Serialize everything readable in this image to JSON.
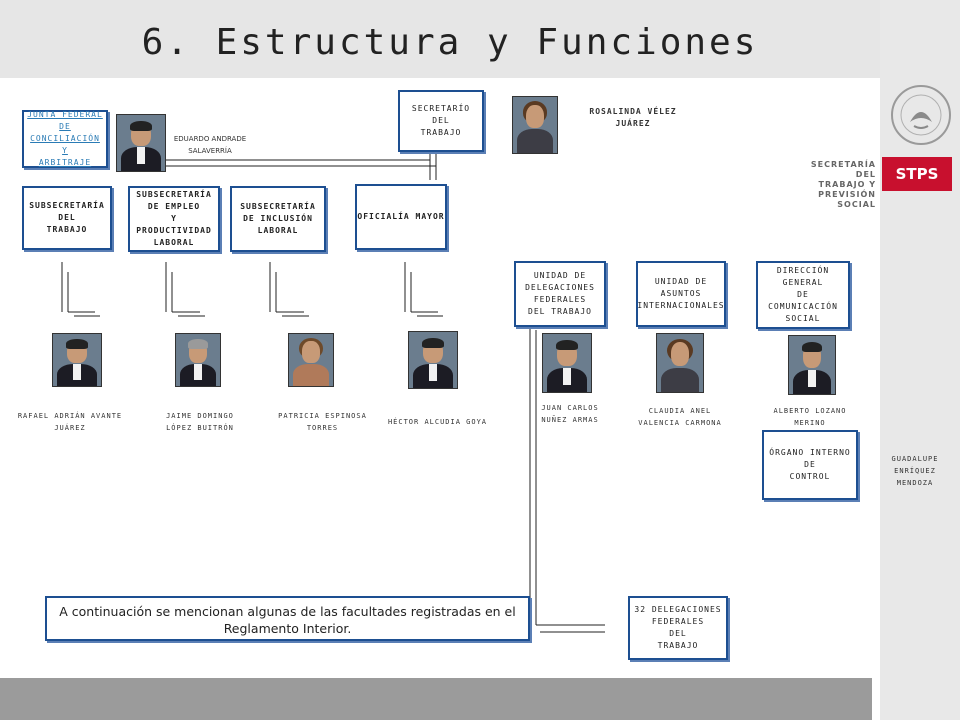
{
  "header": {
    "title": "6. Estructura y Funciones"
  },
  "logo": {
    "lines": [
      "SECRETARÍA",
      "DEL TRABAJO Y",
      "PREVISIÓN SOCIAL"
    ],
    "acronym": "STPS",
    "accent": "#c8102e"
  },
  "top": {
    "secretario_box": "SECRETARÍO\nDEL\nTRABAJO",
    "secretario_name": "ROSALINDA VÉLEZ\nJUÁREZ",
    "junta_link": "JUNTA FEDERAL\nDE CONCILIACIÓN\nY\nARBITRAJE",
    "junta_name": "EDUARDO ANDRADE\nSALAVERRÍA"
  },
  "subsecretarias": [
    {
      "label": "SUBSECRETARÍA\nDEL\nTRABAJO",
      "name": "RAFAEL ADRIÁN AVANTE JUÁREZ"
    },
    {
      "label": "SUBSECRETARÍA\nDE EMPLEO\nY\nPRODUCTIVIDAD\nLABORAL",
      "name": "JAIME DOMINGO\nLÓPEZ BUITRÓN"
    },
    {
      "label": "SUBSECRETARÍA\nDE INCLUSIÓN\nLABORAL",
      "name": "PATRICIA ESPINOSA\nTORRES"
    },
    {
      "label": "OFICIALÍA MAYOR",
      "name": "HÉCTOR ALCUDIA GOYA"
    }
  ],
  "unidades": [
    {
      "label": "UNIDAD DE\nDELEGACIONES\nFEDERALES\nDEL TRABAJO",
      "name": "JUAN CARLOS\nNUÑEZ ARMAS"
    },
    {
      "label": "UNIDAD DE\nASUNTOS\nINTERNACIONALES",
      "name": "CLAUDIA ANEL\nVALENCIA CARMONA"
    },
    {
      "label": "DIRECCIÓN\nGENERAL\nDE\nCOMUNICACIÓN\nSOCIAL",
      "name": "ALBERTO LOZANO\nMERINO"
    }
  ],
  "organo": {
    "label": "ÓRGANO INTERNO\nDE\nCONTROL",
    "name": "GUADALUPE\nENRÍQUEZ\nMENDOZA"
  },
  "delegaciones": {
    "label": "32 DELEGACIONES\nFEDERALES\nDEL\nTRABAJO"
  },
  "note": {
    "text": "A continuación se mencionan algunas de las facultades registradas en el Reglamento Interior."
  },
  "colors": {
    "box_border": "#1d4f91",
    "header_bg": "#e6e6e6",
    "footer_bg": "#9b9b9b"
  }
}
